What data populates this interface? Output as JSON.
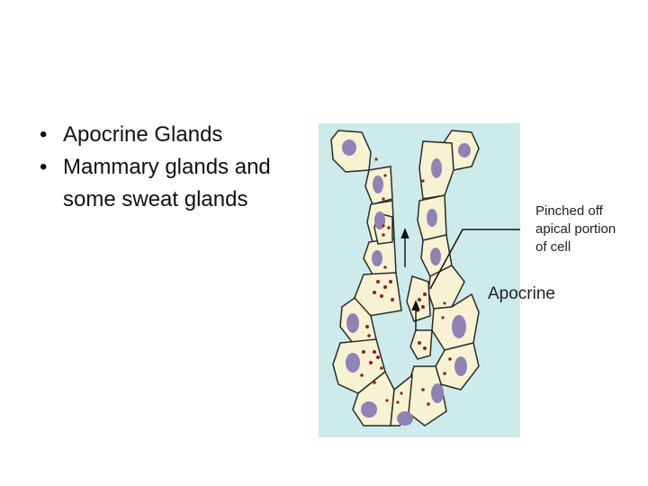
{
  "slide": {
    "bullets": [
      {
        "text": "Apocrine Glands"
      },
      {
        "text": "Mammary glands and some sweat glands"
      }
    ]
  },
  "figure": {
    "labels": {
      "pinched": "Pinched off\napical portion\nof cell",
      "apocrine": "Apocrine"
    },
    "colors": {
      "background": "#cdebeb",
      "cell_fill": "#f7f3d2",
      "cell_stroke": "#2b2b2b",
      "nucleus": "#8f82b5",
      "granule": "#8e1f1f"
    }
  }
}
